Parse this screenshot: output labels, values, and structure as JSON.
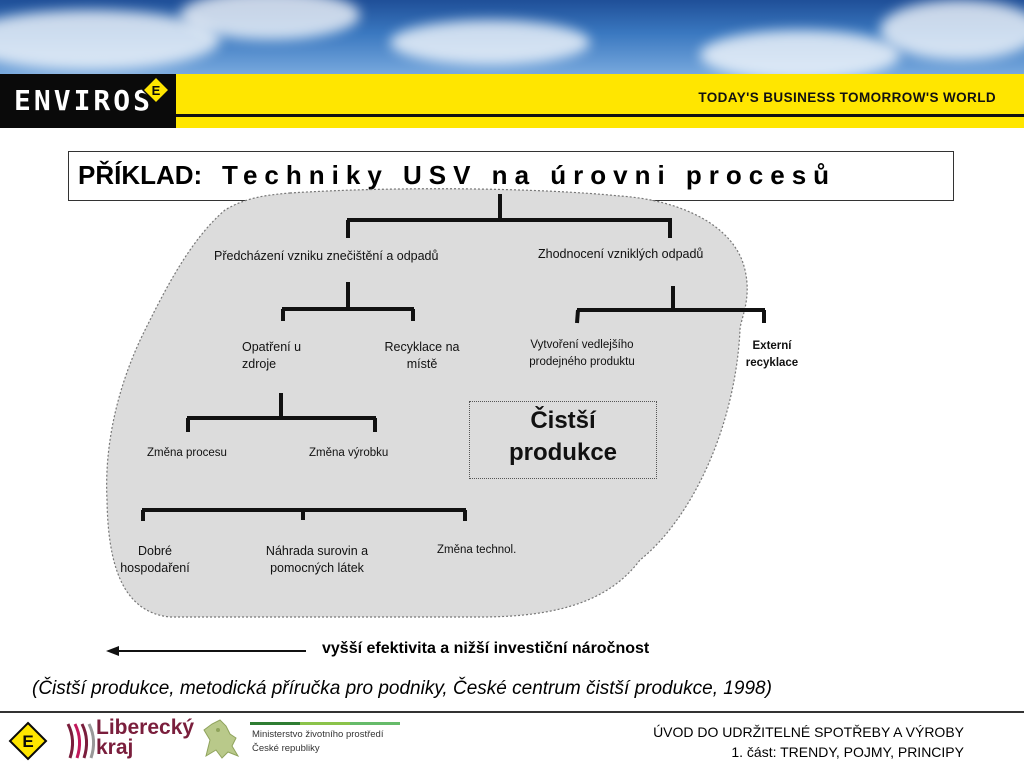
{
  "header": {
    "logo": "ENVIROS",
    "logo_badge": "E",
    "tagline": "TODAY'S BUSINESS TOMORROW'S WORLD",
    "accent_color": "#ffe600"
  },
  "title": {
    "prefix": "PŘÍKLAD:",
    "text": "Techniky USV na úrovni procesů"
  },
  "diagram": {
    "level1": {
      "prevention": "Předcházení vzniku znečištění a odpadů",
      "recovery": "Zhodnocení vzniklých odpadů"
    },
    "level2": {
      "source_measures": [
        "Opatření u",
        "zdroje"
      ],
      "onsite_recycling": [
        "Recyklace na",
        "místě"
      ],
      "byproduct": [
        "Vytvoření vedlejšího",
        "prodejného produktu"
      ],
      "external_recycling": [
        "Externí",
        "recyklace"
      ]
    },
    "level3": {
      "process_change": "Změna procesu",
      "product_change": "Změna výrobku"
    },
    "level4": {
      "housekeeping": [
        "Dobré",
        "hospodaření"
      ],
      "material_substitution": [
        "Náhrada surovin a",
        "pomocných látek"
      ],
      "technology_change": "Změna technol."
    },
    "highlight": [
      "Čistší",
      "produkce"
    ]
  },
  "arrow_caption": "vyšší efektivita a nižší investiční náročnost",
  "citation": "(Čistší produkce, metodická příručka pro podniky, České centrum čistší produkce, 1998)",
  "footer": {
    "badge": "E",
    "liberecky_logo": [
      "Liberecký",
      "kraj"
    ],
    "ministry_logo": [
      "Ministerstvo životního prostředí",
      "České republiky"
    ],
    "course_title": "ÚVOD DO UDRŽITELNÉ SPOTŘEBY A VÝROBY",
    "course_part": "1. část: TRENDY, POJMY, PRINCIPY"
  }
}
